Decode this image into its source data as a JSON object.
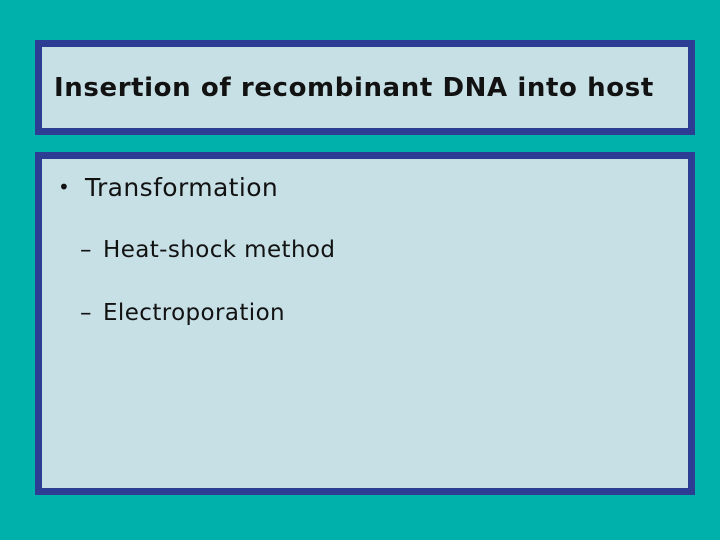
{
  "slide": {
    "title": "Insertion of recombinant DNA into host",
    "content": {
      "items": [
        {
          "marker": "•",
          "level": 1,
          "label": "Transformation"
        },
        {
          "marker": "–",
          "level": 2,
          "label": "Heat-shock method"
        },
        {
          "marker": "–",
          "level": 2,
          "label": "Electroporation"
        }
      ]
    },
    "colors": {
      "background": "#00B0AA",
      "box_fill": "#C6E0E6",
      "box_border": "#2E3D94",
      "text": "#121212"
    }
  }
}
